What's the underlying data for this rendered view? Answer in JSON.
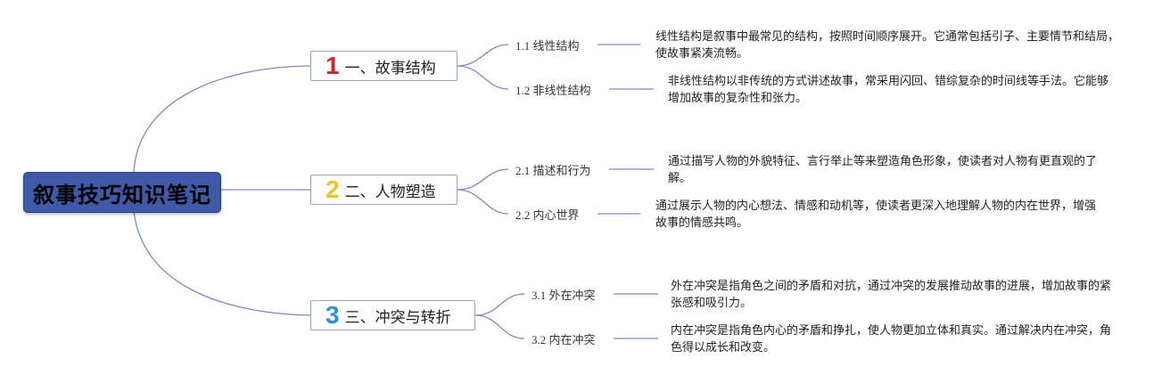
{
  "root": {
    "title": "叙事技巧知识笔记"
  },
  "colors": {
    "line": "#7a8cc0",
    "root_bg": "#3e5aa6",
    "num1": "#d8232a",
    "num2": "#f2c12e",
    "num3": "#2f8fd8"
  },
  "branches": [
    {
      "num": "1",
      "label": "一、故事结构",
      "children": [
        {
          "label": "1.1 线性结构",
          "desc": "线性结构是叙事中最常见的结构，按照时间顺序展开。它通常包括引子、主要情节和结局，使故事紧凑流畅。"
        },
        {
          "label": "1.2 非线性结构",
          "desc": "非线性结构以非传统的方式讲述故事，常采用闪回、错综复杂的时间线等手法。它能够增加故事的复杂性和张力。"
        }
      ]
    },
    {
      "num": "2",
      "label": "二、人物塑造",
      "children": [
        {
          "label": "2.1 描述和行为",
          "desc": "通过描写人物的外貌特征、言行举止等来塑造角色形象，使读者对人物有更直观的了解。"
        },
        {
          "label": "2.2 内心世界",
          "desc": "通过展示人物的内心想法、情感和动机等，使读者更深入地理解人物的内在世界，增强故事的情感共鸣。"
        }
      ]
    },
    {
      "num": "3",
      "label": "三、冲突与转折",
      "children": [
        {
          "label": "3.1 外在冲突",
          "desc": "外在冲突是指角色之间的矛盾和对抗，通过冲突的发展推动故事的进展，增加故事的紧张感和吸引力。"
        },
        {
          "label": "3.2 内在冲突",
          "desc": "内在冲突是指角色内心的矛盾和挣扎，使人物更加立体和真实。通过解决内在冲突，角色得以成长和改变。"
        }
      ]
    }
  ]
}
